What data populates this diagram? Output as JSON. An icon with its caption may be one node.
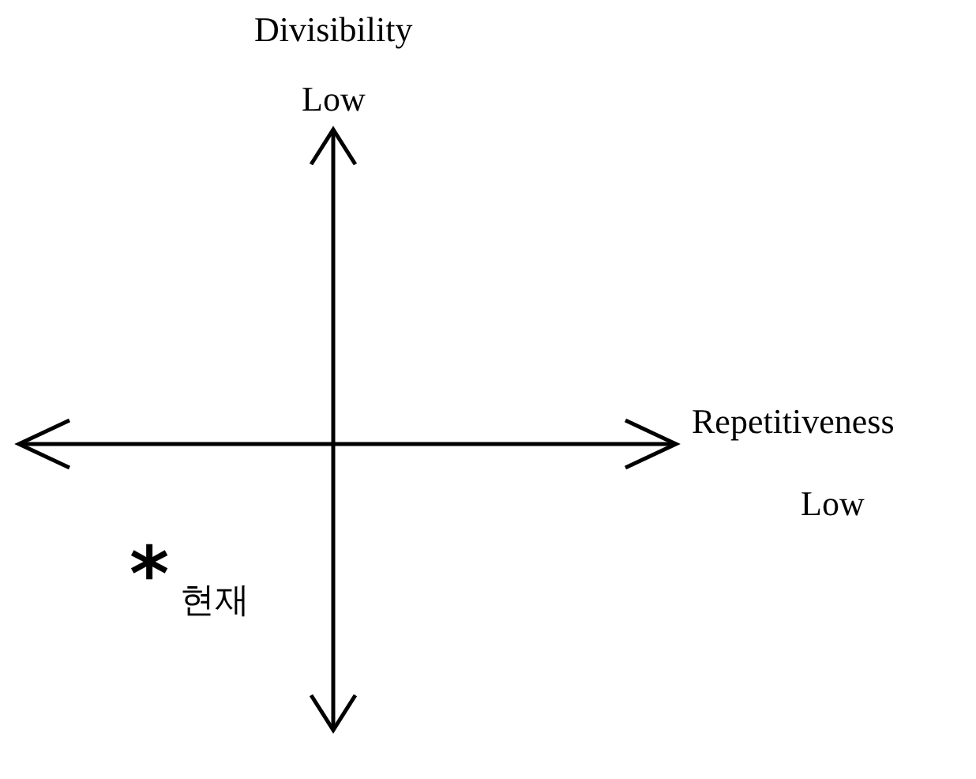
{
  "diagram": {
    "labels": [
      "Divisibility",
      "Low",
      "Repetitiveness",
      "Low",
      "*",
      "현재"
    ]
  }
}
